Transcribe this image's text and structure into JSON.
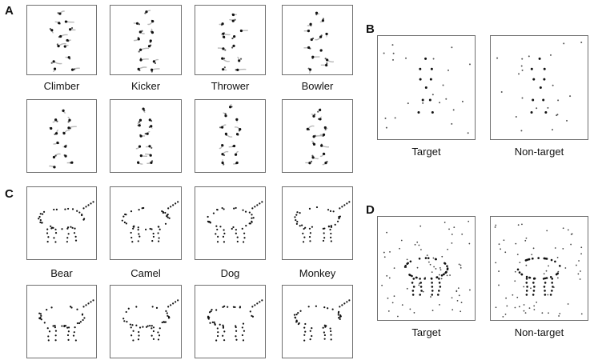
{
  "panels": {
    "A": {
      "letter": "A",
      "captions": [
        "Climber",
        "Kicker",
        "Thrower",
        "Bowler"
      ]
    },
    "B": {
      "letter": "B",
      "captions": [
        "Target",
        "Non-target"
      ]
    },
    "C": {
      "letter": "C",
      "captions": [
        "Bear",
        "Camel",
        "Dog",
        "Monkey"
      ]
    },
    "D": {
      "letter": "D",
      "captions": [
        "Target",
        "Non-target"
      ]
    }
  },
  "colors": {
    "frame": "#6f6f6f",
    "dot": "#111111",
    "trail": "#9a9a9a"
  }
}
